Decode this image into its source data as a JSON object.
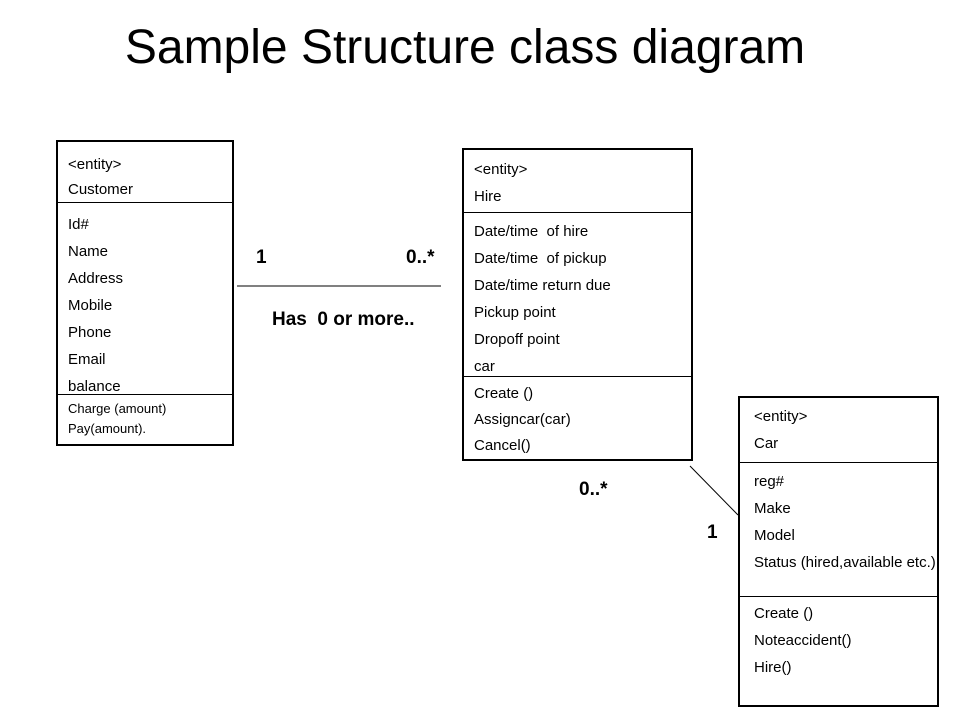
{
  "title": "Sample Structure class diagram",
  "classes": {
    "customer": {
      "stereotype": "<entity>",
      "name": "Customer",
      "attributes": [
        "Id#",
        "Name",
        "Address",
        "Mobile",
        "Phone",
        "Email",
        "balance"
      ],
      "operations": [
        "Charge (amount)",
        "Pay(amount)."
      ]
    },
    "hire": {
      "stereotype": "<entity>",
      "name": "Hire",
      "attributes": [
        "Date/time  of hire",
        "Date/time  of pickup",
        "Date/time return due",
        "Pickup point",
        "Dropoff point",
        "car"
      ],
      "operations": [
        "Create ()",
        "Assigncar(car)",
        "Cancel()"
      ]
    },
    "car": {
      "stereotype": "<entity>",
      "name": "Car",
      "attributes": [
        "reg#",
        "Make",
        "Model",
        "Status (hired,available etc.)"
      ],
      "operations": [
        "Create ()",
        "Noteaccident()",
        "Hire()"
      ]
    }
  },
  "associations": {
    "customer_hire": {
      "customer_multiplicity": "1",
      "hire_multiplicity": "0..*",
      "label": "Has  0 or more.."
    },
    "hire_car": {
      "hire_multiplicity": "0..*",
      "car_multiplicity": "1"
    }
  }
}
